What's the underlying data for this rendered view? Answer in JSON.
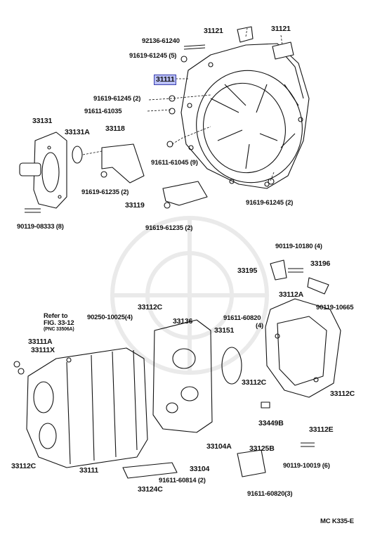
{
  "diagram": {
    "highlighted_part": "31111",
    "reference_note": {
      "line1": "Refer to",
      "line2": "FIG. 33-12",
      "line3": "(PNC 33506A)"
    },
    "figure_code": "MC K335-E",
    "labels": {
      "p31121_a": "31121",
      "p31121_b": "31121",
      "p92136": "92136-61240",
      "p91619_5": "91619-61245 (5)",
      "p31111_top": "31111",
      "p91619_2a": "91619-61245 (2)",
      "p91611_035": "91611-61035",
      "p33131": "33131",
      "p33131a": "33131A",
      "p33118": "33118",
      "p91611_045": "91611-61045 (9)",
      "p91619_235a": "91619-61235 (2)",
      "p33119": "33119",
      "p91619_2b": "91619-61245 (2)",
      "p90119_333": "90119-08333 (8)",
      "p91619_235b": "91619-61235 (2)",
      "p90119_180": "90119-10180 (4)",
      "p33195": "33195",
      "p33196": "33196",
      "p33112a": "33112A",
      "p90119_665": "90119-10665",
      "p90250": "90250-10025(4)",
      "p33112c_a": "33112C",
      "p91611_820": "91611-60820",
      "p91611_820q": "(4)",
      "p33111a": "33111A",
      "p33111x": "33111X",
      "p33136": "33136",
      "p33151": "33151",
      "p33112c_b": "33112C",
      "p33112c_c": "33112C",
      "p33449b": "33449B",
      "p33112e": "33112E",
      "p33104a": "33104A",
      "p33125b": "33125B",
      "p33112c_d": "33112C",
      "p33111_bot": "33111",
      "p33104": "33104",
      "p91611_814": "91611-60814 (2)",
      "p90119_019": "90119-10019 (6)",
      "p33124c": "33124C",
      "p91611_8203": "91611-60820(3)"
    }
  }
}
